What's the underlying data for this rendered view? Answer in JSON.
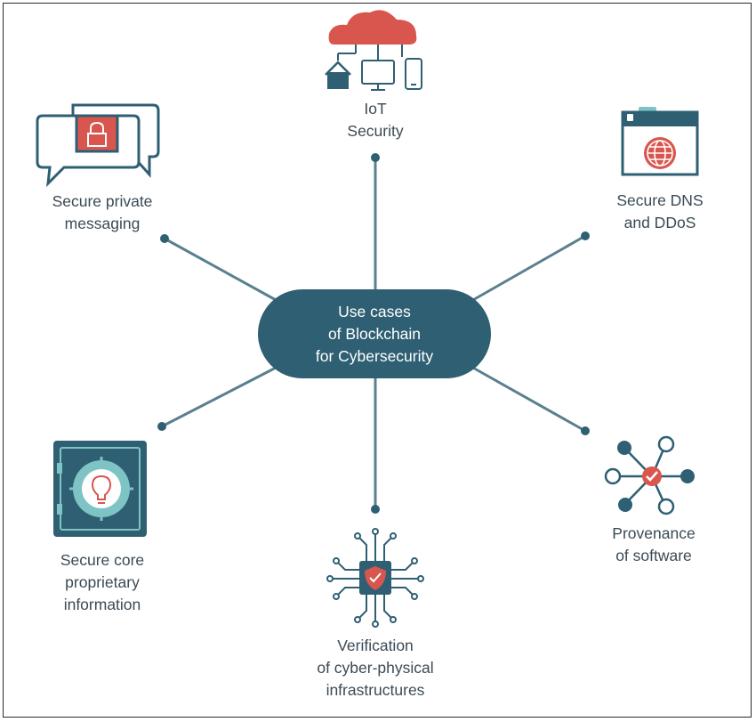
{
  "center": {
    "lines": [
      "Use cases",
      "of Blockchain",
      "for Cybersecurity"
    ]
  },
  "use_cases": [
    {
      "id": "iot",
      "lines": [
        "IoT",
        "Security"
      ],
      "icon": "cloud-devices-icon"
    },
    {
      "id": "dns",
      "lines": [
        "Secure DNS",
        "and DDoS"
      ],
      "icon": "browser-globe-icon"
    },
    {
      "id": "provenance",
      "lines": [
        "Provenance",
        "of software"
      ],
      "icon": "network-check-icon"
    },
    {
      "id": "verification",
      "lines": [
        "Verification",
        "of cyber-physical",
        "infrastructures"
      ],
      "icon": "chip-shield-icon"
    },
    {
      "id": "core",
      "lines": [
        "Secure core",
        "proprietary",
        "information"
      ],
      "icon": "safe-bulb-icon"
    },
    {
      "id": "messaging",
      "lines": [
        "Secure private",
        "messaging"
      ],
      "icon": "chat-lock-icon"
    }
  ],
  "colors": {
    "primary": "#2f5f73",
    "accent": "#d9564f",
    "light": "#7fc4c4",
    "text": "#3b4a55",
    "line": "#5a7f8f"
  }
}
